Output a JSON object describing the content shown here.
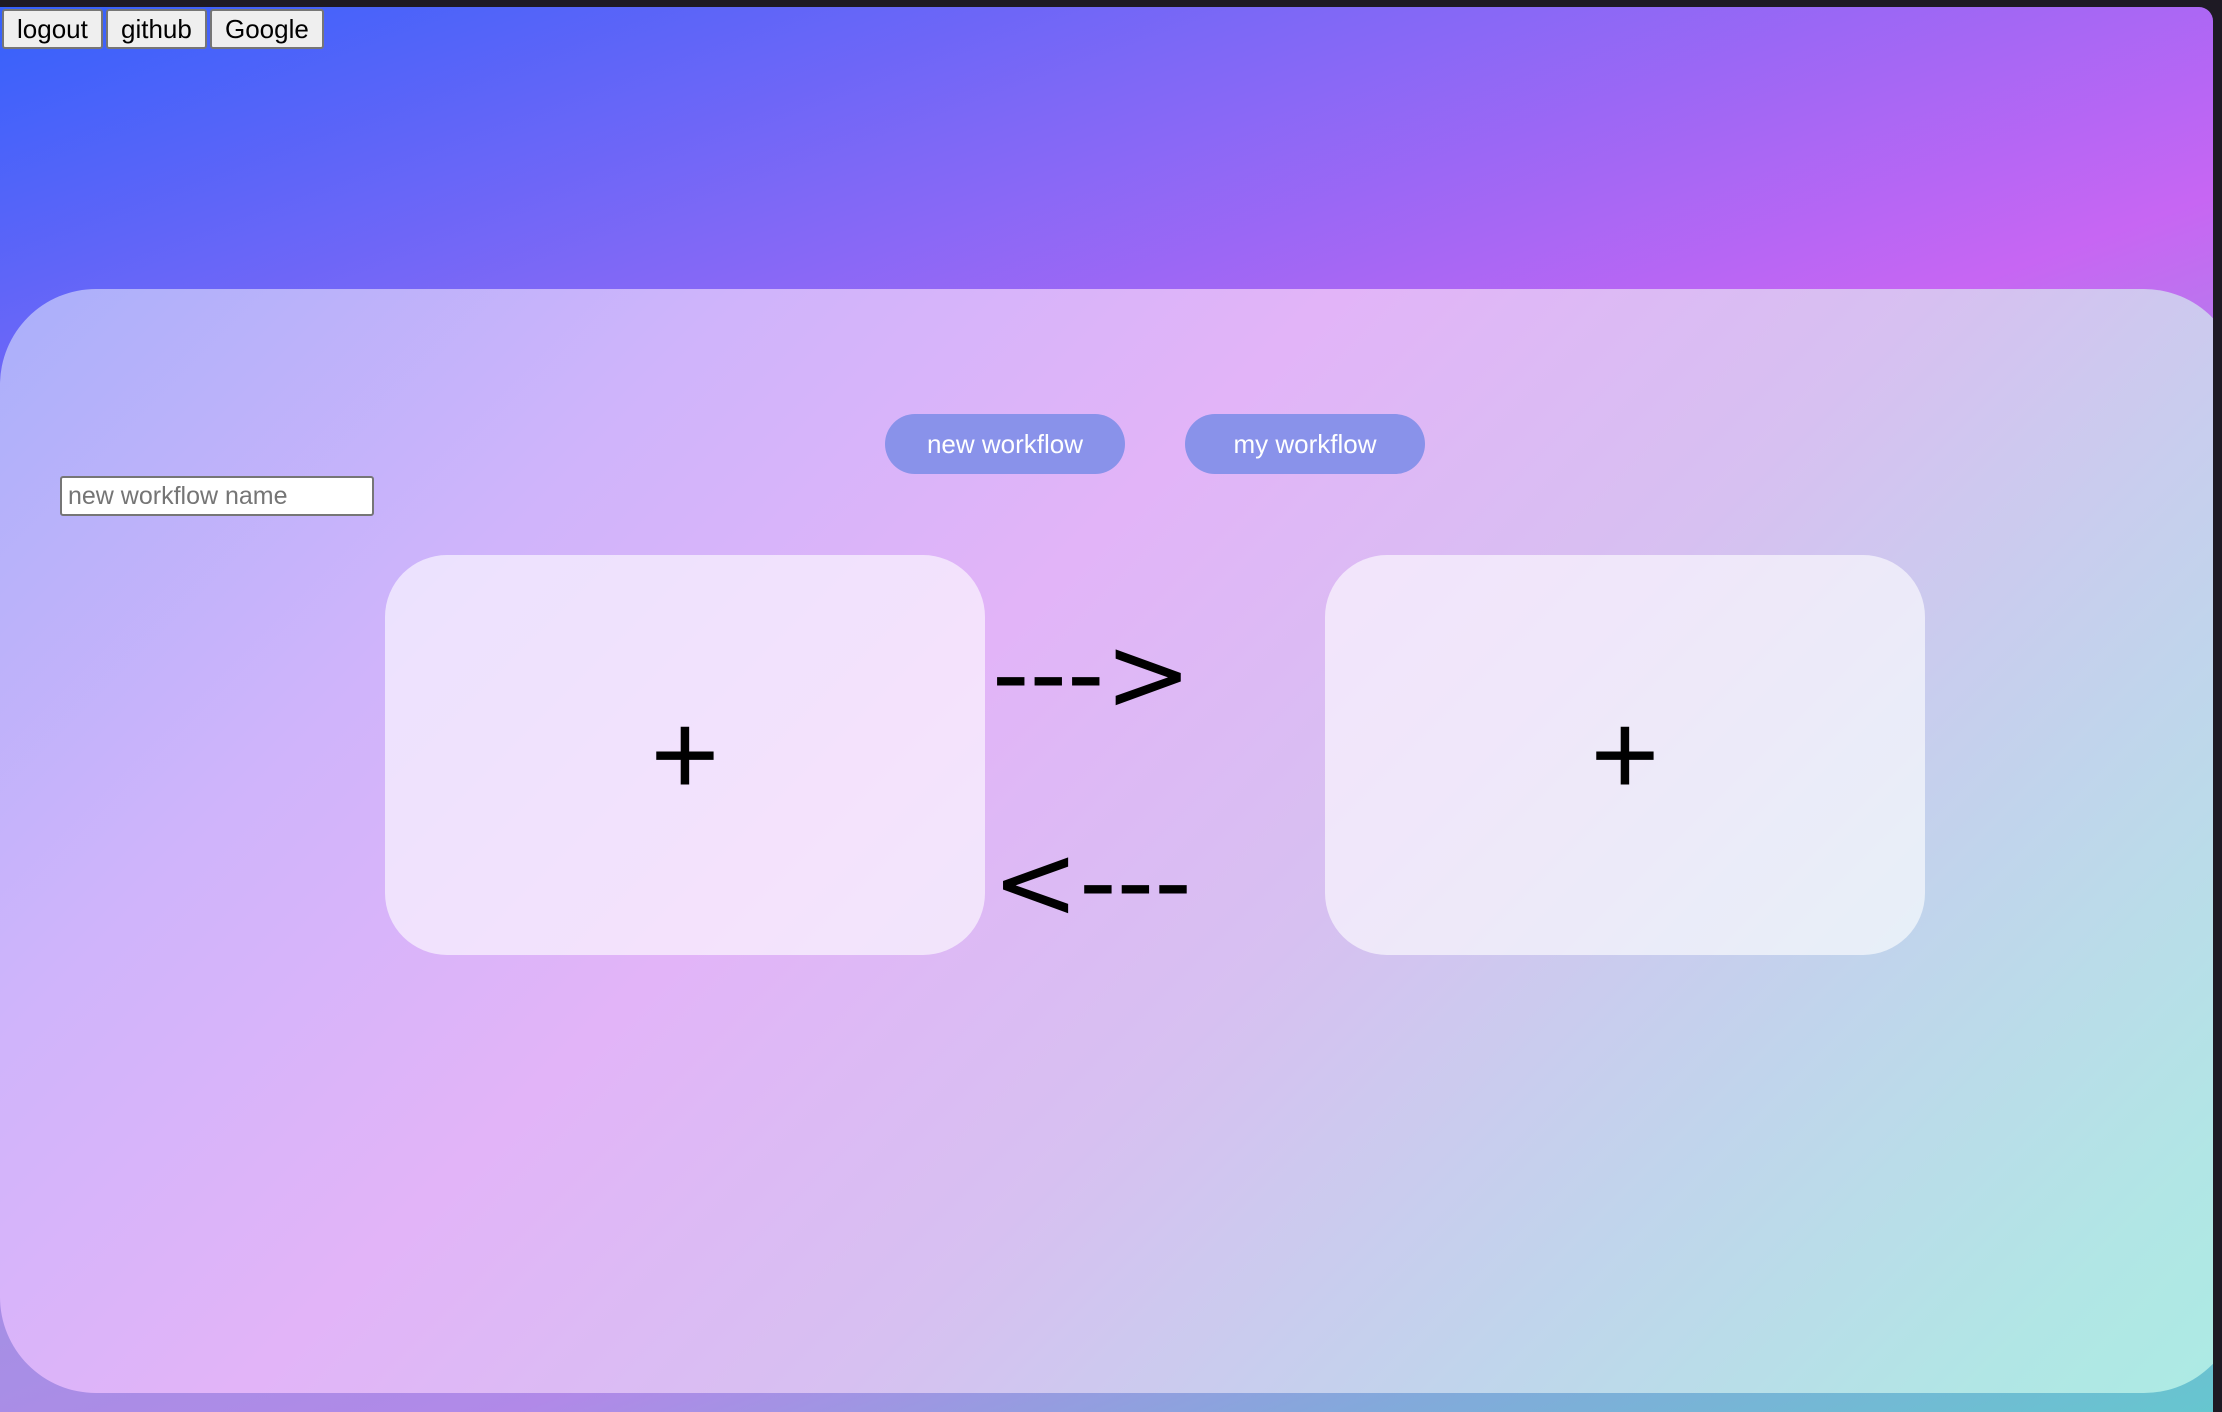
{
  "topbar": {
    "logout_label": "logout",
    "github_label": "github",
    "google_label": "Google"
  },
  "panel": {
    "tabs": {
      "new_workflow_label": "new workflow",
      "my_workflow_label": "my workflow"
    },
    "name_input": {
      "placeholder": "new workflow name",
      "value": ""
    },
    "cards": {
      "left_symbol": "+",
      "right_symbol": "+"
    },
    "arrows": {
      "forward": "--->",
      "backward": "<---"
    }
  },
  "colors": {
    "pill_bg": "#8992ea",
    "gradient_start": "#3561fb",
    "gradient_mid": "#c766f3",
    "gradient_end": "#66c6cf"
  },
  "icons": {
    "add_step": "plus-icon",
    "connection_forward": "arrow-right-icon",
    "connection_backward": "arrow-left-icon"
  }
}
